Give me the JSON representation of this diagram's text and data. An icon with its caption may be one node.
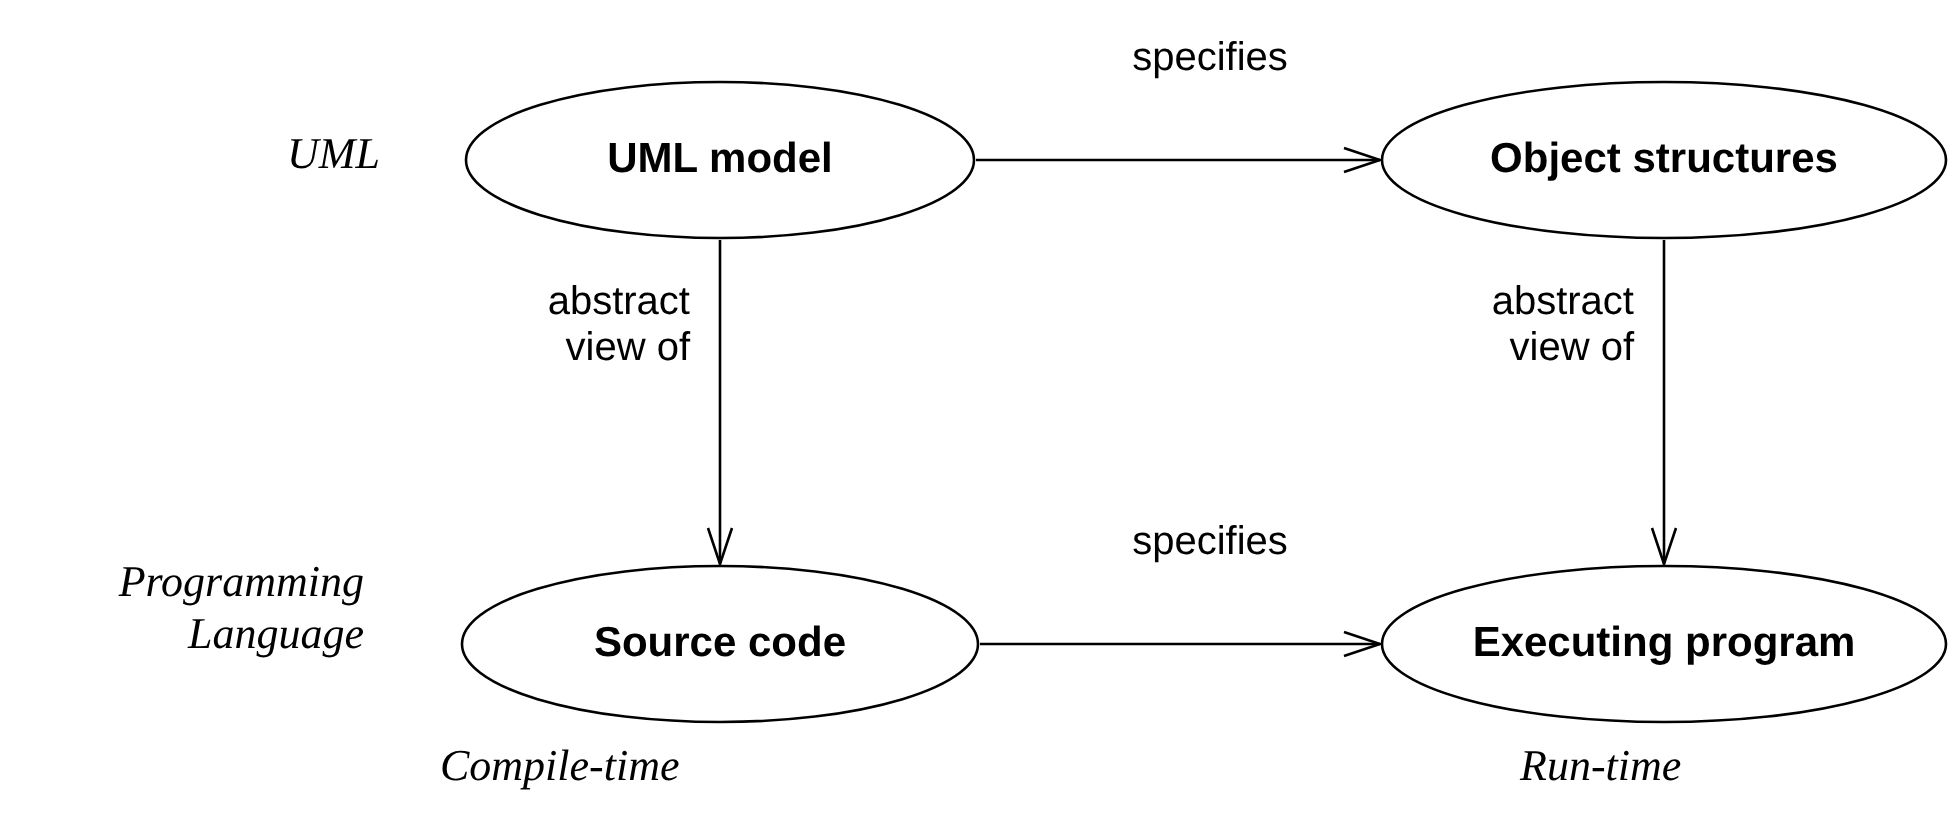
{
  "diagram": {
    "nodes": [
      {
        "text": [
          "UML model"
        ]
      },
      {
        "text": [
          "Object structures"
        ]
      },
      {
        "text": [
          "Source code"
        ]
      },
      {
        "text": [
          "Executing program"
        ]
      }
    ],
    "edges": [
      {
        "from": 0,
        "to": 1,
        "arrow": "to",
        "label": "specifies"
      },
      {
        "from": 0,
        "to": 2,
        "arrow": "to",
        "label": "abstract view of"
      },
      {
        "from": 1,
        "to": 3,
        "arrow": "to",
        "label": "abstract view of"
      },
      {
        "from": 2,
        "to": 3,
        "arrow": "to",
        "label": "specifies"
      }
    ],
    "labels": [
      "UML",
      "Programming Language",
      "Compile-time",
      "Run-time"
    ]
  }
}
